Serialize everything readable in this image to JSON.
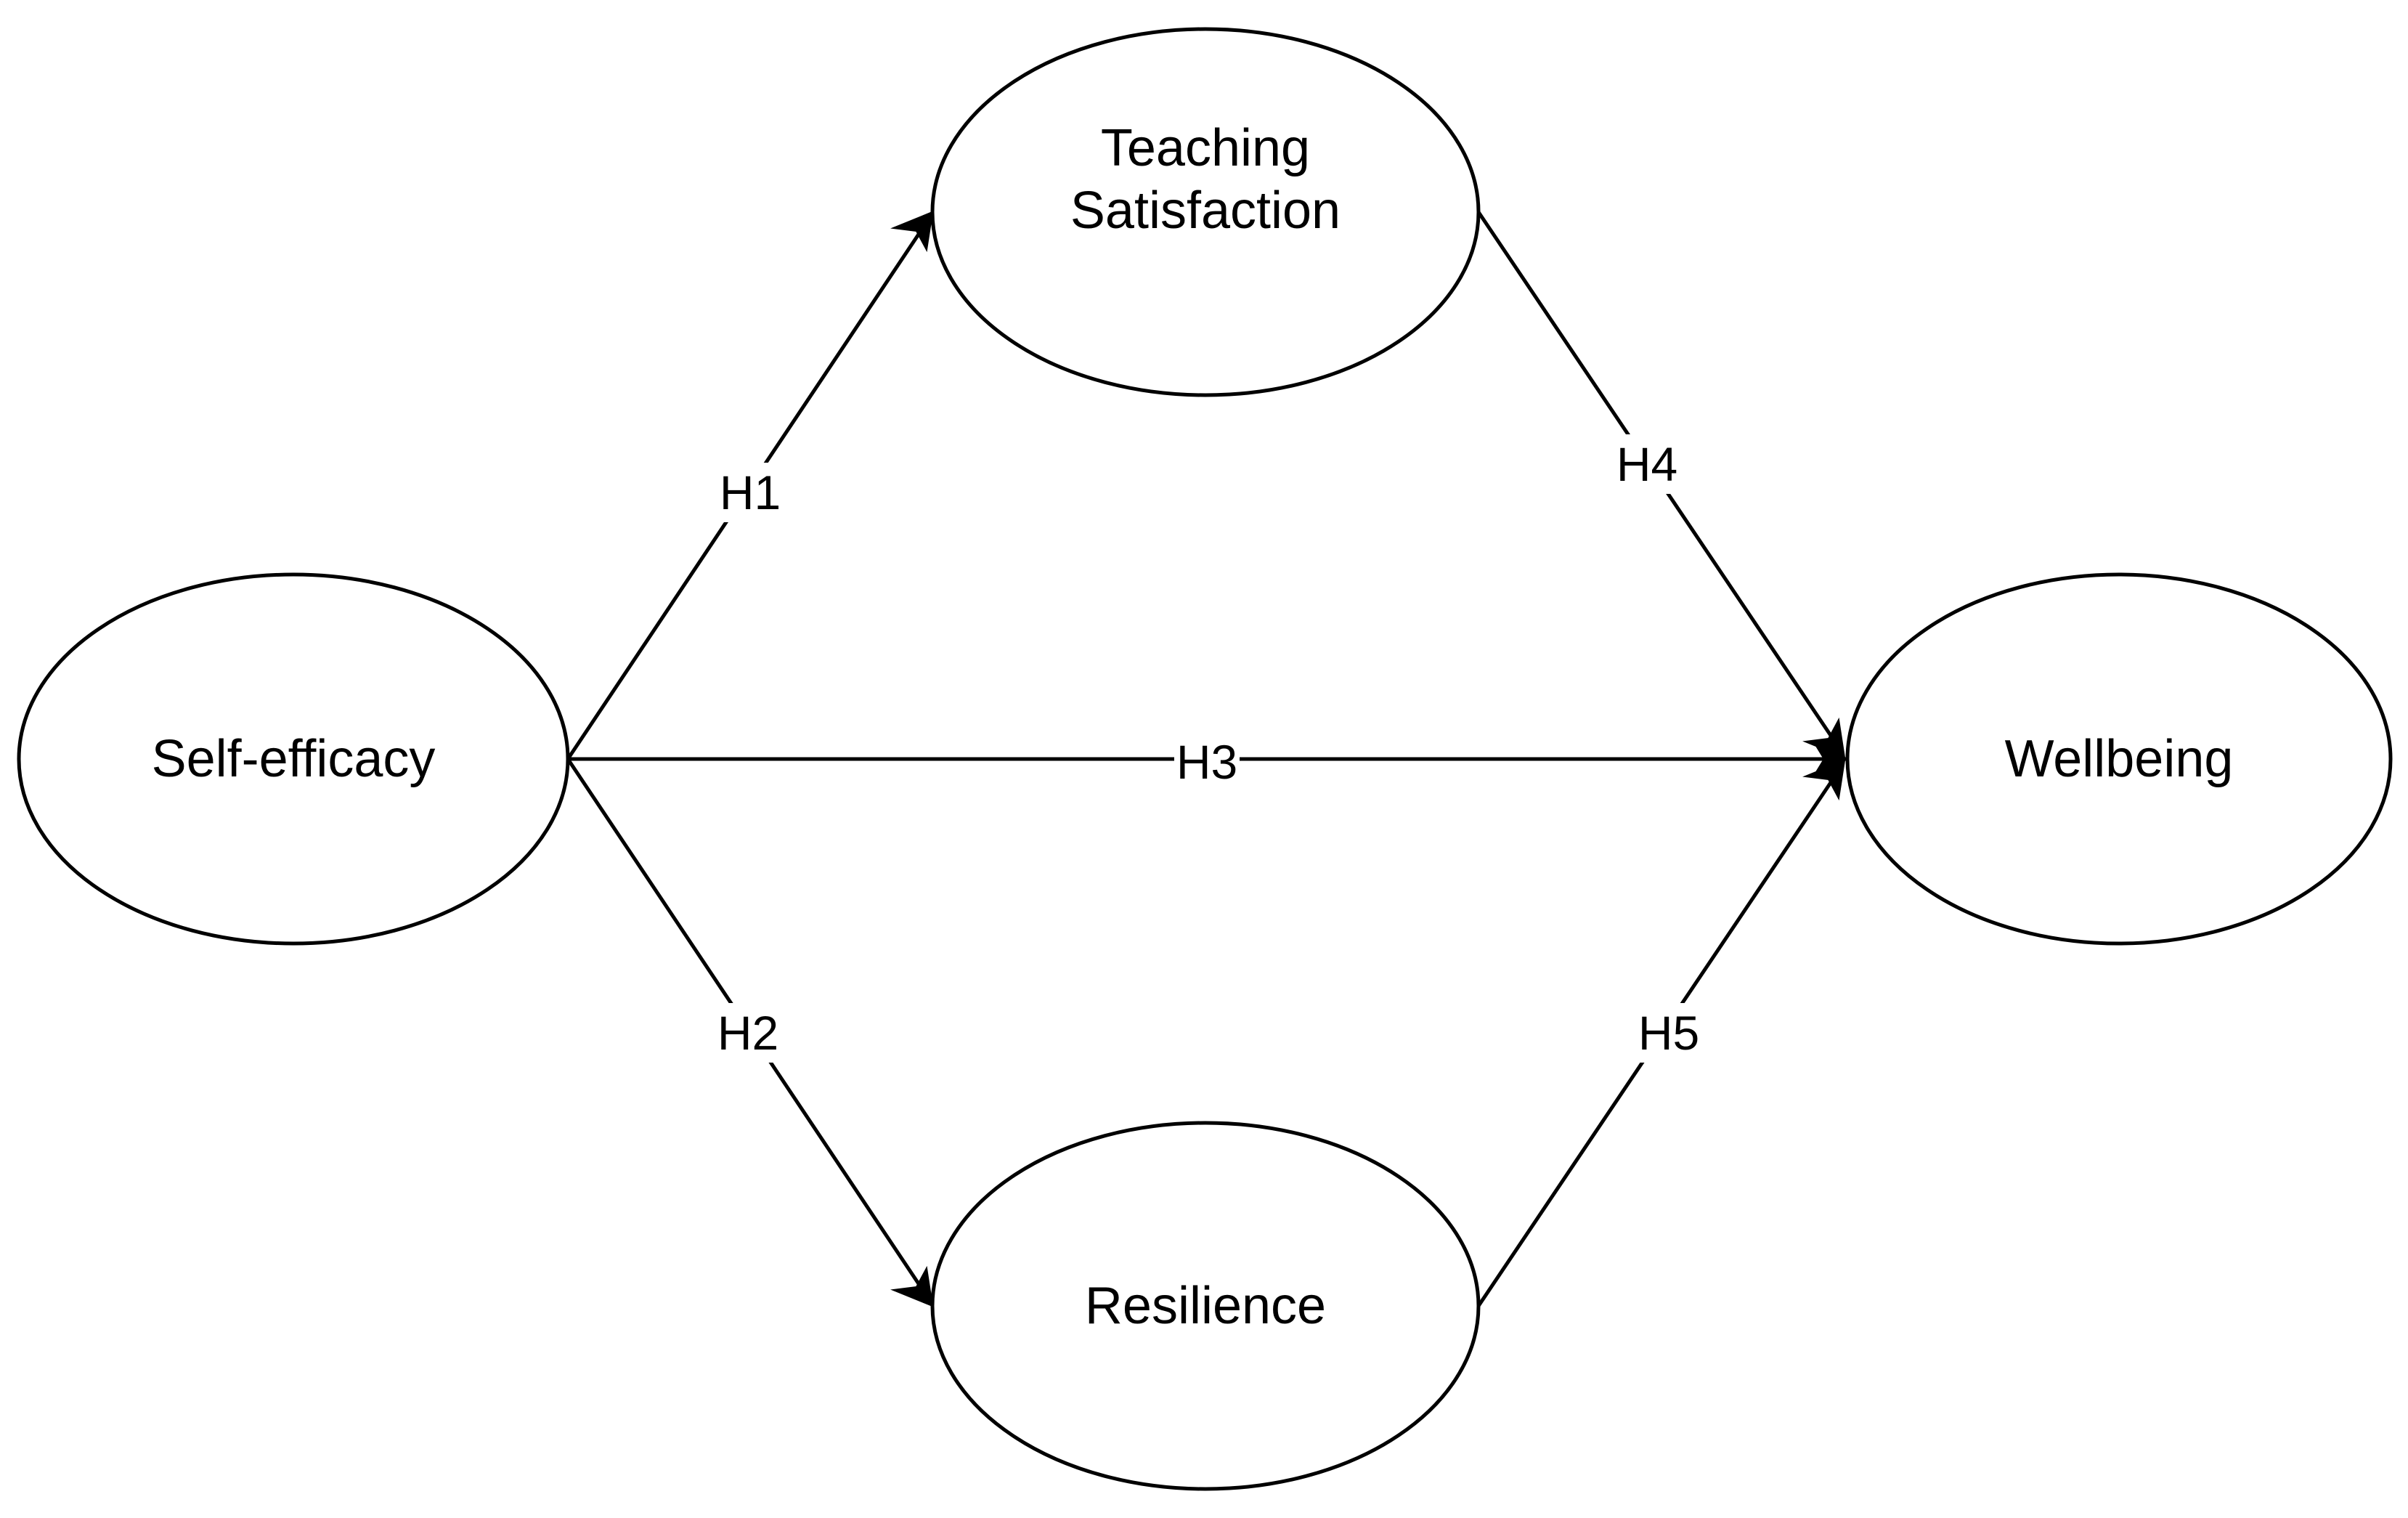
{
  "diagram": {
    "nodes": [
      {
        "id": "self-efficacy",
        "label": [
          "Self-efficacy"
        ]
      },
      {
        "id": "teaching-satisfaction",
        "label": [
          "Teaching",
          "Satisfaction"
        ]
      },
      {
        "id": "wellbeing",
        "label": [
          "Wellbeing"
        ]
      },
      {
        "id": "resilience",
        "label": [
          "Resilience"
        ]
      }
    ],
    "edges": [
      {
        "id": "h1",
        "label": "H1",
        "from": "self-efficacy",
        "to": "teaching-satisfaction"
      },
      {
        "id": "h2",
        "label": "H2",
        "from": "self-efficacy",
        "to": "resilience"
      },
      {
        "id": "h3",
        "label": "H3",
        "from": "self-efficacy",
        "to": "wellbeing"
      },
      {
        "id": "h4",
        "label": "H4",
        "from": "teaching-satisfaction",
        "to": "wellbeing"
      },
      {
        "id": "h5",
        "label": "H5",
        "from": "resilience",
        "to": "wellbeing"
      }
    ]
  }
}
